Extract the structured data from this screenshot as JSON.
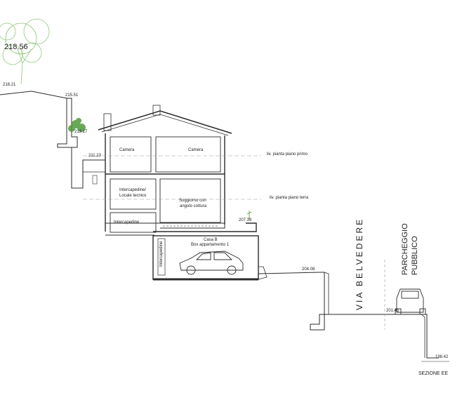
{
  "elevations": {
    "top": "218.56",
    "hill_top": "218.21",
    "wall_top": "215.51",
    "wall_terrace": "213.17",
    "courtyard": "211.23",
    "garage_roof": "207.39",
    "garage_exit": "204.08",
    "via_level": "201.45",
    "lowest": "198.42"
  },
  "rooms": {
    "camera_left": "Camera",
    "camera_right": "Camera",
    "intercapedine_locale_1": "Intercapedine/",
    "intercapedine_locale_2": "Locale tecnico",
    "soggiorno_1": "Soggiorno con",
    "soggiorno_2": "angolo cottura",
    "intercapedine": "Intercapedine",
    "intercapedine_vertical": "Intercapedine",
    "box_1": "Casa B",
    "box_2": "Box appartamento 1"
  },
  "floor_levels": {
    "primo": "liv. pianta piano primo",
    "terra": "liv. pianta piano terra"
  },
  "street_labels": {
    "via": "VIA BELVEDERE",
    "parcheggio_1": "PARCHEGGIO",
    "parcheggio_2": "PUBBLICO"
  },
  "section_title": "SEZIONE EE",
  "colors": {
    "line": "#2b2b2b",
    "tree": "#8fc77a",
    "shrub": "#4f9a3a",
    "dash": "#9b9b9b"
  }
}
